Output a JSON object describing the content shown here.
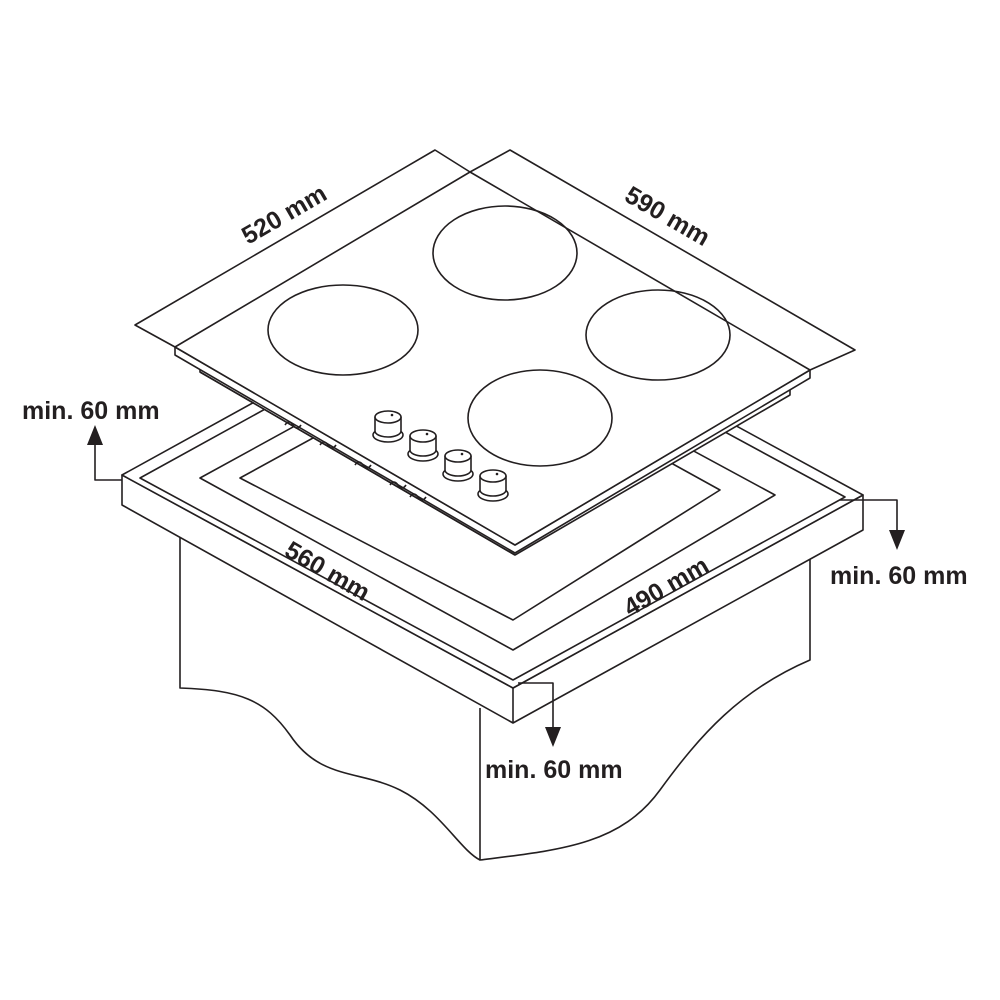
{
  "title": "Hob installation dimensions",
  "dimensions": {
    "hob_depth": "520 mm",
    "hob_width": "590 mm",
    "cutout_width": "560 mm",
    "cutout_depth": "490 mm"
  },
  "clearances": {
    "back": "min. 60 mm",
    "side": "min. 60 mm",
    "front": "min. 60 mm"
  },
  "colors": {
    "line": "#231f20",
    "background": "#ffffff"
  }
}
